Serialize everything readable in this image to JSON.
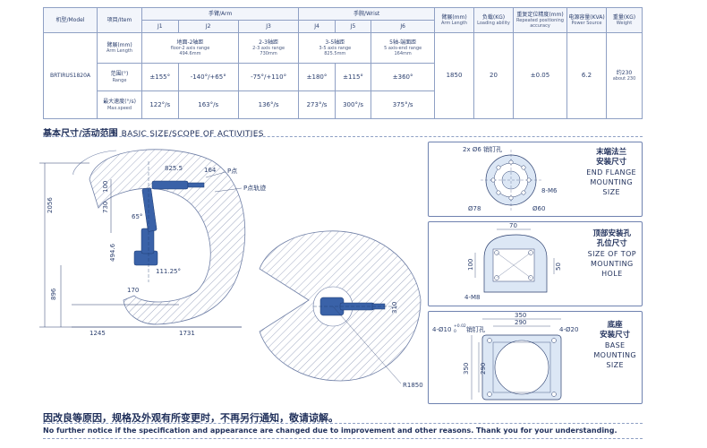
{
  "table": {
    "model_label": "机型/Model",
    "item_label": "项目/Item",
    "arm_label": "手臂/Arm",
    "wrist_label": "手腕/Wrist",
    "arm_length_label": "臂展(mm)",
    "arm_length_en": "Arm Length",
    "load_label": "负载(KG)",
    "load_en": "Loading ability",
    "repeat_label": "重复定位精度(mm)",
    "repeat_en": "Repeated positioning accuracy",
    "power_label": "电源容量(KVA)",
    "power_en": "Power Source",
    "weight_label": "重量(KG)",
    "weight_en": "Weight",
    "joints": [
      "J1",
      "J2",
      "J3",
      "J4",
      "J5",
      "J6"
    ],
    "model": "BRTIRUS1820A",
    "row_armlen_cn": "臂展(mm)",
    "row_armlen_en": "Arm Length",
    "row_range_cn": "范围(°)",
    "row_range_en": "Range",
    "row_speed_cn": "最大速度(°/s)",
    "row_speed_en": "Max.speed",
    "armlen_cells": [
      {
        "cn": "地面-2轴距",
        "en": "floor-2 axis range",
        "val": "494.6mm"
      },
      {
        "cn": "2-3轴距",
        "en": "2-3 axis range",
        "val": "730mm"
      },
      {
        "cn": "3-5轴距",
        "en": "3-5 axis range",
        "val": "825.5mm"
      },
      {
        "cn": "5轴-端面距",
        "en": "5 axis-end range",
        "val": "164mm"
      }
    ],
    "ranges": [
      "±155°",
      "-140°/+65°",
      "-75°/+110°",
      "±180°",
      "±115°",
      "±360°"
    ],
    "speeds": [
      "122°/s",
      "163°/s",
      "136°/s",
      "273°/s",
      "300°/s",
      "375°/s"
    ],
    "arm_length": "1850",
    "load": "20",
    "repeat": "±0.05",
    "power": "6.2",
    "weight_cn": "约230",
    "weight_en_val": "about 230"
  },
  "section": {
    "title_cn": "基本尺寸/活动范围",
    "title_en": "BASIC SIZE/SCOPE OF ACTIVITIES"
  },
  "drawing": {
    "dim_2056": "2056",
    "dim_730": "730",
    "dim_100": "100",
    "dim_494": "494.6",
    "dim_896": "896",
    "dim_1245": "1245",
    "dim_1731": "1731",
    "dim_170": "170",
    "dim_825": "825.5",
    "dim_164": "164",
    "ang_65": "65°",
    "ang_111": "111.25°",
    "label_p": "P点",
    "label_p_track": "P点轨迹",
    "dim_r1850": "R1850",
    "dim_310": "310"
  },
  "panels": {
    "flange": {
      "cn1": "末端法兰",
      "cn2": "安装尺寸",
      "en1": "END FLANGE",
      "en2": "MOUNTING",
      "en3": "SIZE",
      "d1": "2x Ø6 销钉孔",
      "d2": "8-M6",
      "d3": "Ø78",
      "d4": "Ø60"
    },
    "top": {
      "cn1": "顶部安装孔",
      "cn2": "孔位尺寸",
      "en1": "SIZE OF TOP",
      "en2": "MOUNTING",
      "en3": "HOLE",
      "d1": "70",
      "d2": "100",
      "d3": "50",
      "d4": "4-M8"
    },
    "base": {
      "cn1": "底座",
      "cn2": "安装尺寸",
      "en1": "BASE",
      "en2": "MOUNTING",
      "en3": "SIZE",
      "d1": "350",
      "d2": "290",
      "d3": "4-Ø10",
      "d3b": "+0.02",
      "d3c": "0",
      "d3d": "销钉孔",
      "d4": "4-Ø20",
      "d5": "350",
      "d6": "290"
    }
  },
  "notice": {
    "cn": "因改良等原因，规格及外观有所变更时，不再另行通知，敬请谅解。",
    "en": "No further notice if the specification and appearance are changed due to improvement and other reasons. Thank you for your understanding."
  }
}
